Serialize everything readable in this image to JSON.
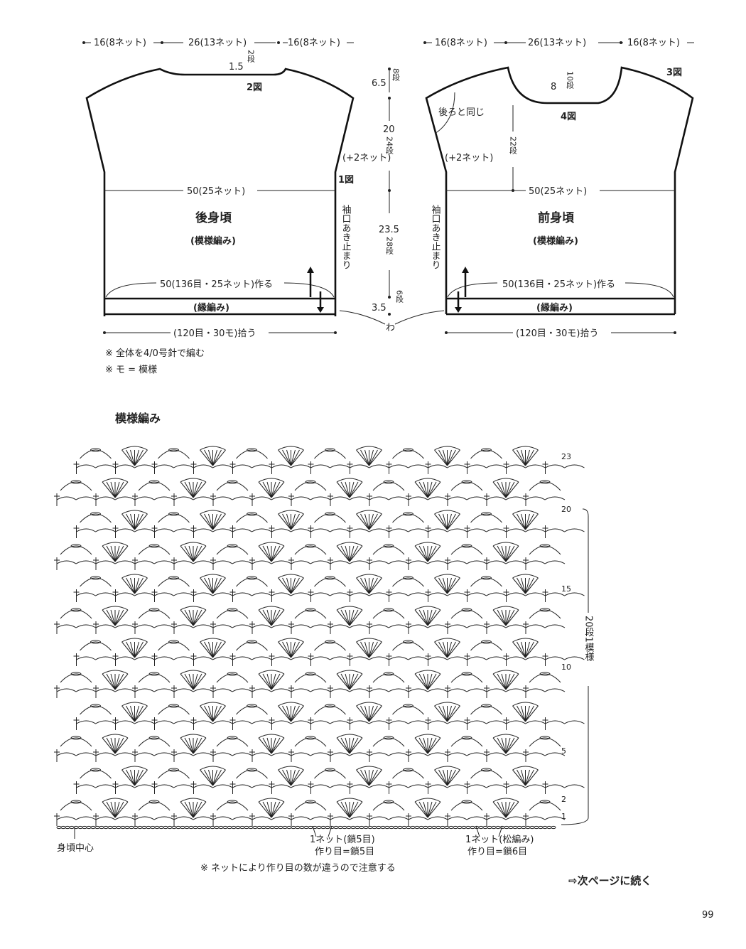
{
  "back": {
    "top_left": "16(8ネット)",
    "top_center": "26(13ネット)",
    "top_right": "16(8ネット)",
    "neck_depth": "1.5",
    "neck_rows": "2段",
    "fig2": "2図",
    "fig1": "1図",
    "increase": "(+2ネット)",
    "width": "50(25ネット)",
    "title": "後身頃",
    "subtitle": "(模様編み)",
    "cast_on": "50(136目・25ネット)作る",
    "border": "(縁編み)",
    "pick_up": "(120目・30モ)拾う",
    "armhole_stop": "袖口あき止まり"
  },
  "front": {
    "top_left": "16(8ネット)",
    "top_center": "26(13ネット)",
    "top_right": "16(8ネット)",
    "fig3": "3図",
    "fig4": "4図",
    "neck_depth": "8",
    "neck_rows": "10段",
    "same_as_back": "後ろと同じ",
    "increase": "(+2ネット)",
    "side_rows": "22段",
    "width": "50(25ネット)",
    "title": "前身頃",
    "subtitle": "(模様編み)",
    "cast_on": "50(136目・25ネット)作る",
    "border": "(縁編み)",
    "pick_up": "(120目・30モ)拾う",
    "armhole_stop": "袖口あき止まり"
  },
  "heights": {
    "shoulder": "6.5",
    "shoulder_rows": "8段",
    "armhole": "20",
    "armhole_rows": "24段",
    "body": "23.5",
    "body_rows": "28段",
    "border": "3.5",
    "border_rows": "6段",
    "round": "わ"
  },
  "notes": [
    "※ 全体を4/0号針で編む",
    "※ モ = 模様"
  ],
  "chart": {
    "title": "模様編み",
    "row_labels": [
      "23",
      "20",
      "15",
      "10",
      "5",
      "2",
      "1"
    ],
    "repeat_label": "20段1模様",
    "center_label": "身頃中心",
    "net1_a": "1ネット(鎖5目)",
    "net1_b": "作り目=鎖5目",
    "net2_a": "1ネット(松編み)",
    "net2_b": "作り目=鎖6目",
    "note": "※ ネットにより作り目の数が違うので注意する"
  },
  "continue": "⇨次ページに続く",
  "page_number": "99"
}
